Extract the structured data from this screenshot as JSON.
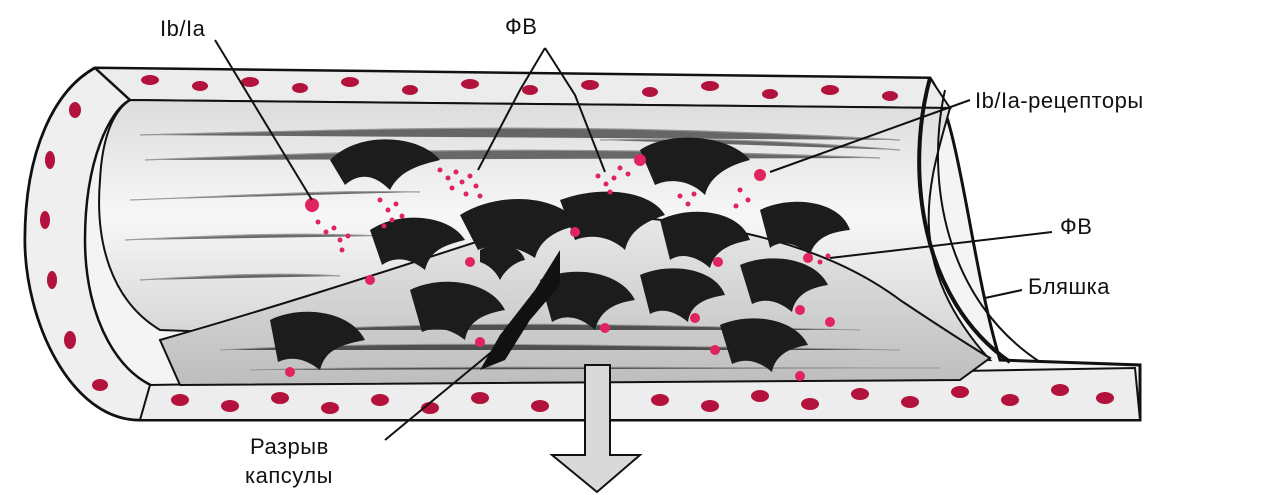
{
  "labels": {
    "gp_short": "Ib/Ia",
    "fv_top": "ФВ",
    "receptors": "Ib/Ia-рецепторы",
    "fv_right": "ФВ",
    "plaque": "Бляшка",
    "rupture_line1": "Разрыв",
    "rupture_line2": "капсулы"
  },
  "colors": {
    "ink": "#111111",
    "platelet": "#1c1c1c",
    "receptor": "#e0245e",
    "cells": "#b3123c",
    "wall": "#f2f2f2",
    "arrow_fill": "#d9d9d9"
  }
}
